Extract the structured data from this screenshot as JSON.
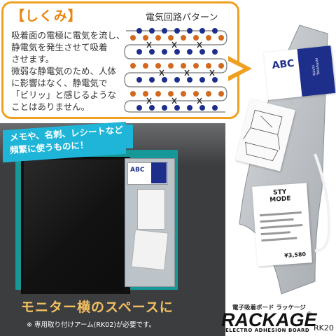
{
  "mechanism": {
    "title": "【しくみ】",
    "lines": [
      "吸着面の電極に電気を流し、",
      "静電気を発生させて吸着",
      "させます。",
      "微弱な静電気のため、人体",
      "に影響はなく、静電気で",
      "「ビリッ」と感じるような",
      "ことはありません。"
    ],
    "pattern_label": "電気回路パターン"
  },
  "usage": {
    "memo_line1": "メモや、名刺、レシートなど",
    "memo_line2": "頻繁に使うものに！",
    "space_text": "モニター横のスペースに",
    "note": "※ 専用取り付けアーム(RK02)が必要です。"
  },
  "product": {
    "card_label": "ABC",
    "card_name": "Koichi Takahashi",
    "receipt_title_1": "STY",
    "receipt_title_2": "MODE",
    "receipt_total": "¥3,580",
    "mini_card_label": "ABC"
  },
  "logo": {
    "subtitle": "電子吸着ボード ラッケージ",
    "wordmark": "RACKAGE",
    "registered": "®",
    "tagline": "ELECTRO ADHESION BOARD",
    "model": "RK20"
  },
  "colors": {
    "accent_orange": "#f0a020",
    "brand_blue": "#1d2f8a",
    "band_cyan": "#1fb5d8",
    "teal": "#179898"
  }
}
